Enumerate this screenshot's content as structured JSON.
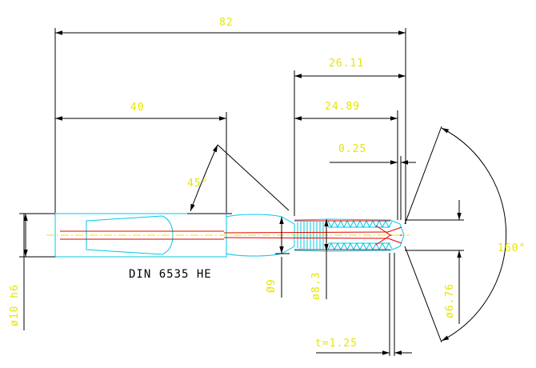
{
  "drawing": {
    "label_overall_length": "82",
    "label_shank_length": "40",
    "label_length_1": "26.11",
    "label_length_2": "24.89",
    "label_offset": "0.25",
    "label_chamfer_angle": "45°",
    "label_point_angle": "160°",
    "label_shank_diameter": "ø10 h6",
    "label_neck_diameter": "Ø9",
    "label_thread_diameter": "ø8.3",
    "label_tip_diameter": "ø6.76",
    "label_pitch": "t=1.25",
    "label_standard": "DIN 6535 HE"
  },
  "colors": {
    "background": "#ffffff",
    "dimension_lines": "#000000",
    "dimension_text": "#e6e600",
    "part_outline": "#00c8e6",
    "thread_outline": "#e60000",
    "note_text": "#000000"
  }
}
